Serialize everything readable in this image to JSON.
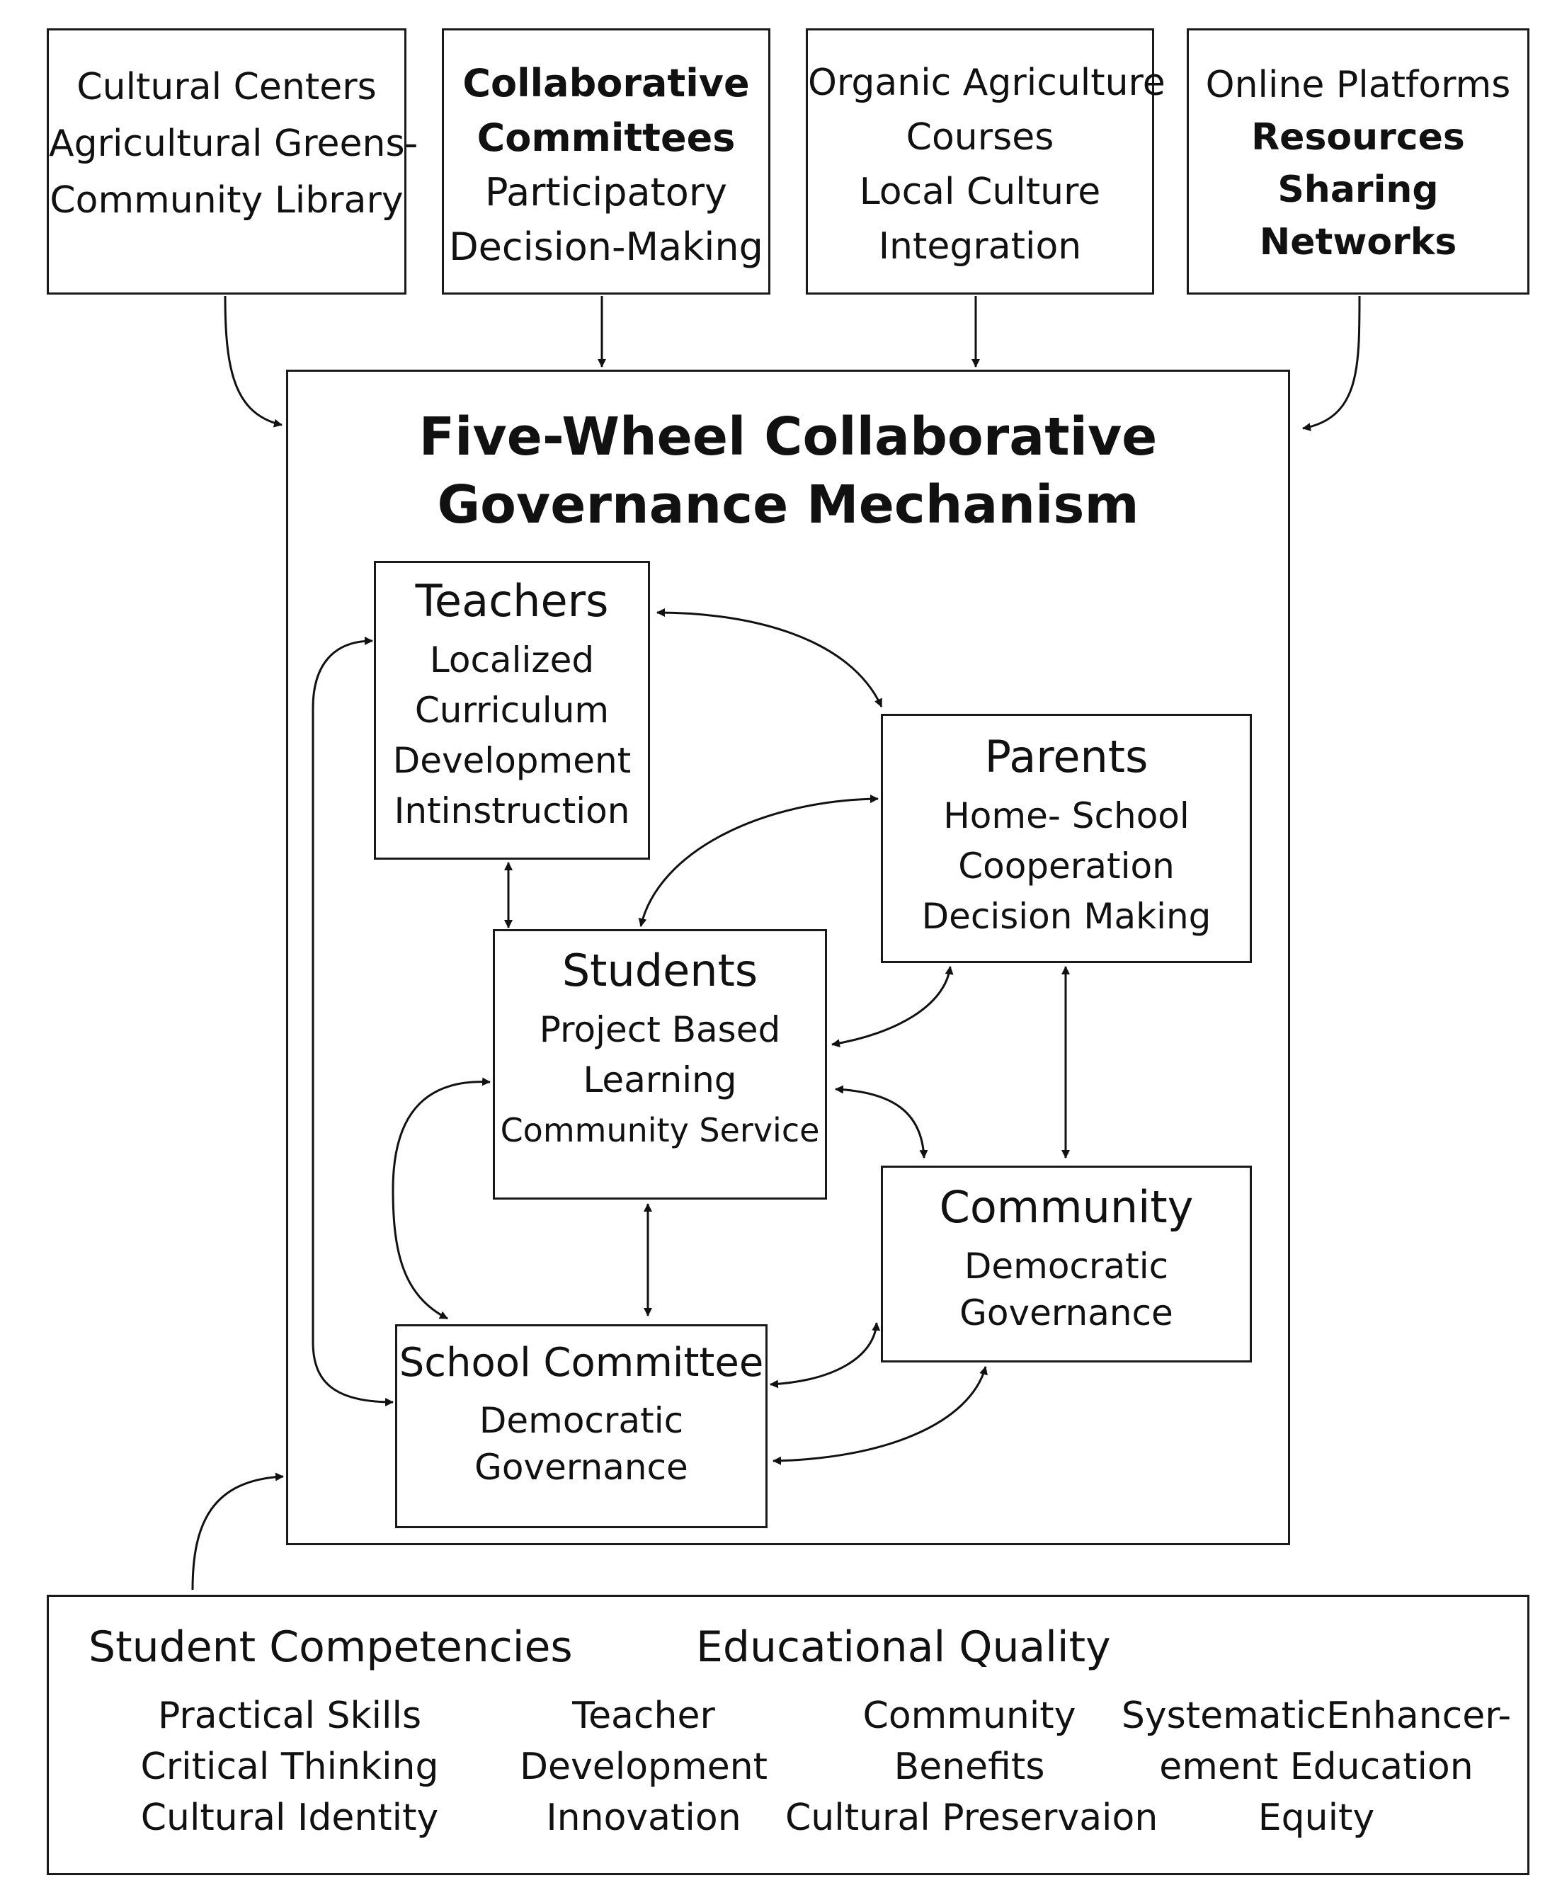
{
  "top_boxes": [
    {
      "lines": [
        "Cultural Centers",
        "Agricultural Greens-",
        "Community Library"
      ]
    },
    {
      "lines": [
        "Collaborative",
        "Committees",
        "Participatory",
        "Decision-Making"
      ]
    },
    {
      "lines": [
        "Organic Agriculture",
        "Courses",
        "Local Culture",
        "Integration"
      ]
    },
    {
      "lines": [
        "Online Platforms",
        "Resources",
        "Sharing",
        "Networks"
      ]
    }
  ],
  "main": {
    "title_line1": "Five-Wheel Collaborative",
    "title_line2": "Governance Mechanism"
  },
  "nodes": {
    "teachers": {
      "title": "Teachers",
      "lines": [
        "Localized",
        "Curriculum",
        "Development",
        "Intinstruction"
      ]
    },
    "parents": {
      "title": "Parents",
      "lines": [
        "Home- School",
        "Cooperation",
        "Decision Making"
      ]
    },
    "students": {
      "title": "Students",
      "lines": [
        "Project Based",
        "Learning",
        "Community Service"
      ]
    },
    "community": {
      "title": "Community",
      "lines": [
        "Democratic",
        "Governance"
      ]
    },
    "school_committee": {
      "title": "School Committee",
      "lines": [
        "Democratic",
        "Governance"
      ]
    }
  },
  "outcomes": {
    "heading_student": "Student Competencies",
    "heading_quality": "Educational Quality",
    "col1": [
      "Practical Skills",
      "Critical Thinking",
      "Cultural Identity"
    ],
    "col2": [
      "Teacher",
      "Development",
      "Innovation"
    ],
    "col3": [
      "Community",
      "Benefits",
      "Cultural Preservaion"
    ],
    "col4": [
      "SystematicEnhancer-",
      "ement  Education",
      "Equity"
    ]
  }
}
